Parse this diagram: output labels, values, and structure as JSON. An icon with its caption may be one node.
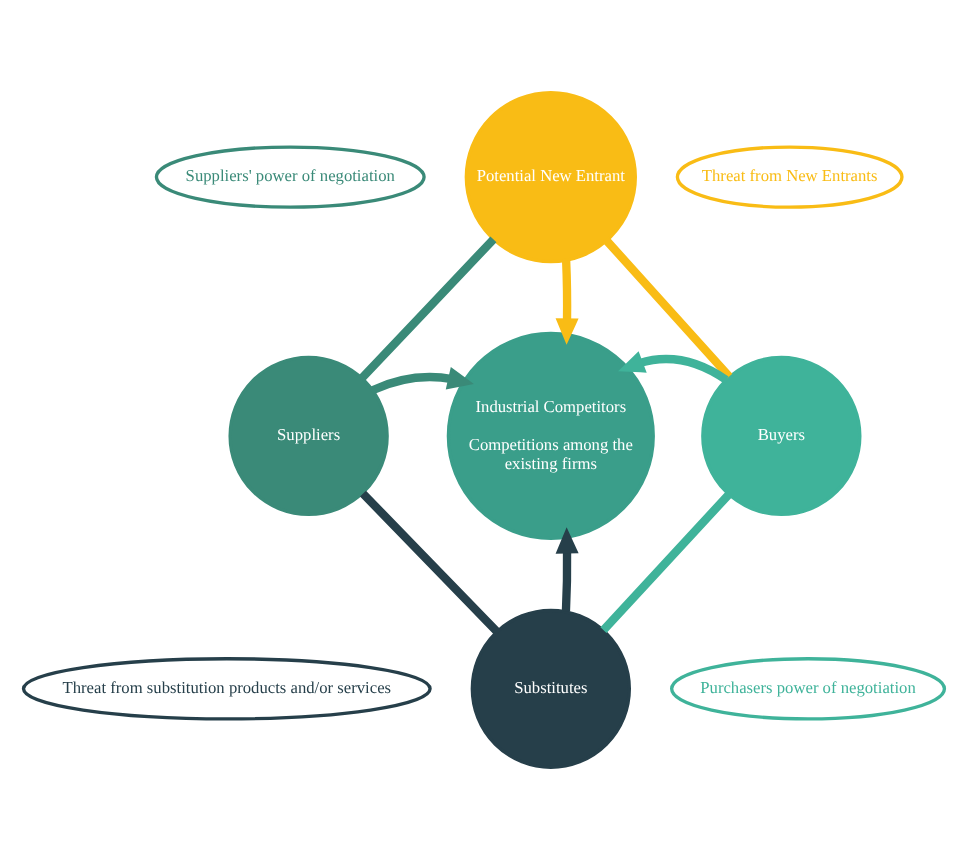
{
  "diagram": {
    "nodes": [
      {
        "text": [
          "Potential New Entrant"
        ]
      },
      {
        "text": [
          "Suppliers"
        ]
      },
      {
        "text": [
          "Industrial Competitors",
          "Competitions among the existing firms"
        ]
      },
      {
        "text": [
          "Buyers"
        ]
      },
      {
        "text": [
          "Substitutes"
        ]
      },
      {
        "text": [
          "Suppliers' power of negotiation"
        ]
      },
      {
        "text": [
          "Threat from New Entrants"
        ]
      },
      {
        "text": [
          "Threat from substitution products and/or services"
        ]
      },
      {
        "text": [
          "Purchasers power of negotiation"
        ]
      }
    ],
    "edges": [
      {
        "from": 0,
        "to": 2,
        "arrow": "to",
        "color": "#f9bc15"
      },
      {
        "from": 1,
        "to": 2,
        "arrow": "to",
        "color": "#3a8a78"
      },
      {
        "from": 3,
        "to": 2,
        "arrow": "to",
        "color": "#3fb39a"
      },
      {
        "from": 4,
        "to": 2,
        "arrow": "to",
        "color": "#263f4a"
      },
      {
        "from": 1,
        "to": 0,
        "arrow": "none",
        "color": "#3a8a78"
      },
      {
        "from": 0,
        "to": 3,
        "arrow": "none",
        "color": "#f9bc15"
      },
      {
        "from": 3,
        "to": 4,
        "arrow": "none",
        "color": "#3fb39a"
      },
      {
        "from": 4,
        "to": 1,
        "arrow": "none",
        "color": "#263f4a"
      }
    ]
  }
}
